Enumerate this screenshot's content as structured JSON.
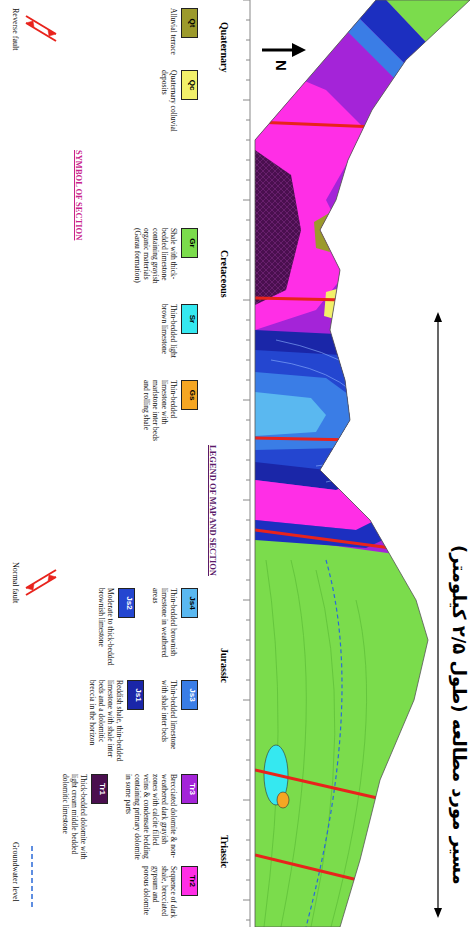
{
  "diagram": {
    "nodes": [
      {
        "text": [
          "Qt",
          "Alluvial terrace"
        ]
      },
      {
        "text": [
          "Qc",
          "Quaternary colluvial deposits"
        ]
      },
      {
        "text": [
          "Gr",
          "Shale with thick-bedded limestone containing grayish organic materials (Garau formation)"
        ]
      },
      {
        "text": [
          "Sr",
          "Thin-bedded light brown limestone"
        ]
      },
      {
        "text": [
          "Gs",
          "Thin-bedded limestone with marlstone inter beds and rolling shale"
        ]
      },
      {
        "text": [
          "Js4",
          "Thin-bedded brownish limestone in weathered areas"
        ]
      },
      {
        "text": [
          "Js3",
          "Thin-bedded limestone with shale inter beds"
        ]
      },
      {
        "text": [
          "Js2",
          "Moderate to thick-bedded brownish limestone"
        ]
      },
      {
        "text": [
          "Js1",
          "Reddish shale, thin-bedded limestone with shale inter beds and a dolomitic breccia in the horizon"
        ]
      },
      {
        "text": [
          "Tr3",
          "Brecciated dolomite & non-weathered dark grayish zones with calcite filled veins & condensate bedding containing primary dolomite in some parts"
        ]
      },
      {
        "text": [
          "Tr2",
          "Sequence of dark shale, brecciated gypsum and porous dolomite"
        ]
      },
      {
        "text": [
          "Tr1",
          "Thick-bedded dolomite with light cream middle bedded dolomitic limestone"
        ]
      }
    ],
    "labels": [
      "Quaternary",
      "Cretaceous",
      "LEGEND OF MAP AND SECTION",
      "Jurassic",
      "Triassic",
      "SYMBOL OF SECTION",
      "N",
      "مسیر مورد مطالعه (طول ۲/۵ کیلومتر)"
    ],
    "legend": [
      {
        "text": "Reverse fault"
      },
      {
        "text": "Normal fault"
      },
      {
        "text": "Groundwater level"
      }
    ]
  }
}
